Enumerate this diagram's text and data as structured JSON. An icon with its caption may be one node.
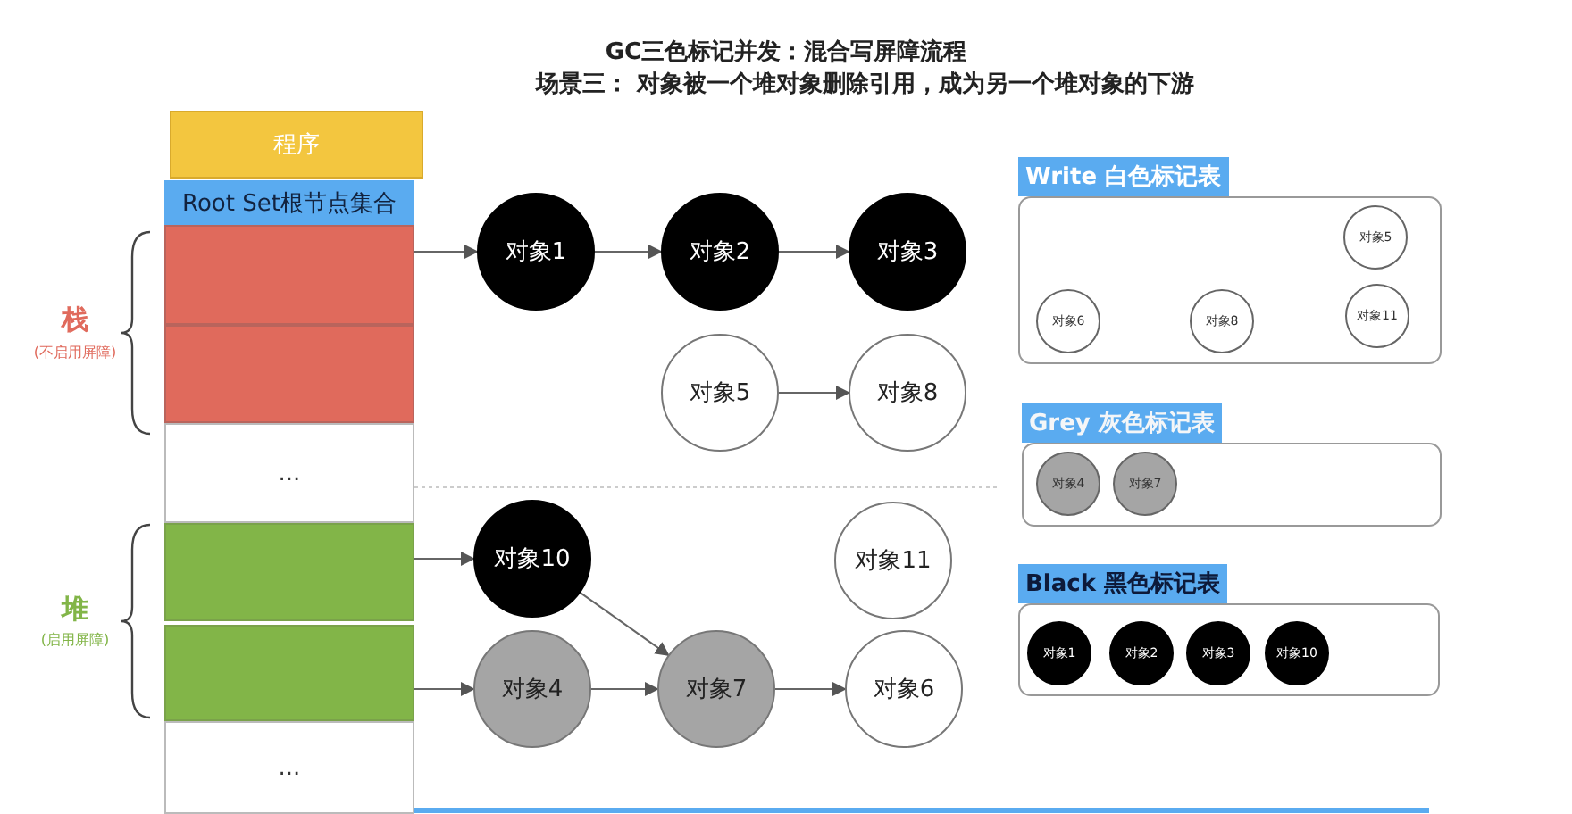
{
  "diagram": {
    "title": "GC三色标记并发：混合写屏障流程",
    "nodes": [
      {
        "text": [
          "程序"
        ]
      },
      {
        "text": [
          "Root Set根节点集合"
        ]
      },
      {
        "text": [],
        "shape": "box"
      },
      {
        "text": [],
        "shape": "box"
      },
      {
        "text": [
          "..."
        ]
      },
      {
        "text": [],
        "shape": "box"
      },
      {
        "text": [],
        "shape": "box"
      },
      {
        "text": [
          "..."
        ]
      },
      {
        "text": [
          "对象1"
        ]
      },
      {
        "text": [
          "对象2"
        ]
      },
      {
        "text": [
          "对象3"
        ]
      },
      {
        "text": [
          "对象5"
        ]
      },
      {
        "text": [
          "对象8"
        ]
      },
      {
        "text": [
          "对象10"
        ]
      },
      {
        "text": [
          "对象11"
        ]
      },
      {
        "text": [
          "对象4"
        ]
      },
      {
        "text": [
          "对象7"
        ]
      },
      {
        "text": [
          "对象6"
        ]
      },
      {
        "text": [
          "Write 白色标记表"
        ]
      },
      {
        "text": [
          "对象5"
        ],
        "in": 18
      },
      {
        "text": [
          "对象6"
        ],
        "in": 18
      },
      {
        "text": [
          "对象8"
        ],
        "in": 18
      },
      {
        "text": [
          "对象11"
        ],
        "in": 18
      },
      {
        "text": [
          "Grey 灰色标记表"
        ]
      },
      {
        "text": [
          "对象4"
        ],
        "in": 23
      },
      {
        "text": [
          "对象7"
        ],
        "in": 23
      },
      {
        "text": [
          "Black 黑色标记表"
        ]
      },
      {
        "text": [
          "对象1"
        ],
        "in": 26
      },
      {
        "text": [
          "对象2"
        ],
        "in": 26
      },
      {
        "text": [
          "对象3"
        ],
        "in": 26
      },
      {
        "text": [
          "对象10"
        ],
        "in": 26
      }
    ],
    "edges": [
      {
        "from": 2,
        "to": 8,
        "arrow": "to"
      },
      {
        "from": 8,
        "to": 9,
        "arrow": "to"
      },
      {
        "from": 9,
        "to": 10,
        "arrow": "to"
      },
      {
        "from": 11,
        "to": 12,
        "arrow": "to"
      },
      {
        "from": 5,
        "to": 13,
        "arrow": "to"
      },
      {
        "from": 13,
        "to": 16,
        "arrow": "to"
      },
      {
        "from": 6,
        "to": 15,
        "arrow": "to"
      },
      {
        "from": 15,
        "to": 16,
        "arrow": "to"
      },
      {
        "from": 16,
        "to": 17,
        "arrow": "to"
      }
    ],
    "labels": [
      "场景三： 对象被一个堆对象删除引用，成为另一个堆对象的下游",
      "栈",
      "(不启用屏障)",
      "堆",
      "(启用屏障)"
    ]
  }
}
